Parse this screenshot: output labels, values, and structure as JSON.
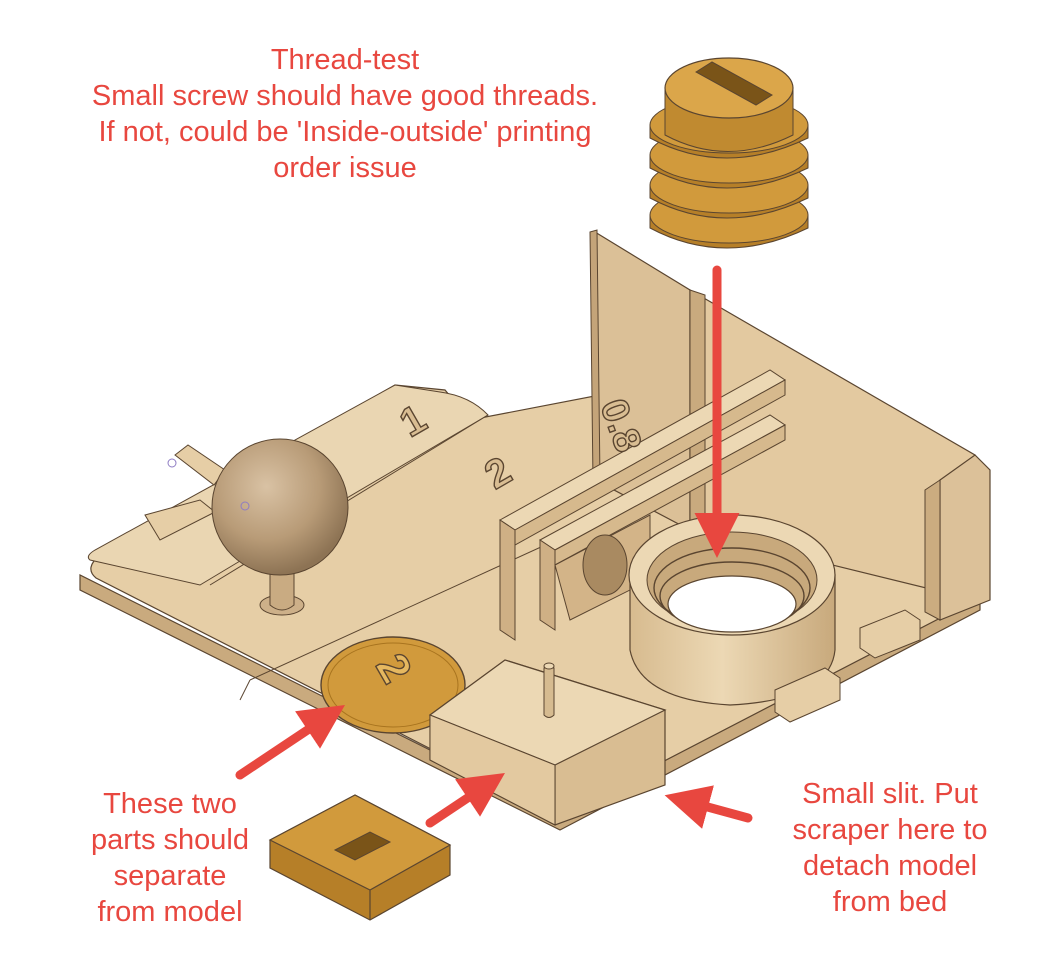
{
  "colors": {
    "annotation": "#e8473f",
    "arrow": "#e8473f",
    "body_light": "#e6cea6",
    "body_mid": "#d9bd92",
    "body_dark": "#c2a276",
    "edge": "#5a4530",
    "part_orange": "#d19a3c",
    "part_orange_dark": "#a8741f",
    "knob": "#b89b77"
  },
  "annotations": {
    "thread_test": {
      "lines": [
        "Thread-test",
        "Small screw should have good threads.",
        "If not, could be 'Inside-outside' printing",
        "order issue"
      ]
    },
    "separate_parts": {
      "lines": [
        "These two",
        "parts should",
        "separate",
        "from model"
      ]
    },
    "small_slit": {
      "lines": [
        "Small slit. Put",
        "scraper here to",
        "detach model",
        "from bed"
      ]
    }
  },
  "model_labels": {
    "label_1": "1",
    "label_2_top": "2",
    "label_08": "0.8",
    "label_2_disc": "2"
  },
  "icons": {
    "arrow_thread": "arrow-down",
    "arrow_disc": "arrow-up-right",
    "arrow_block": "arrow-up-right",
    "arrow_slit": "arrow-left"
  }
}
